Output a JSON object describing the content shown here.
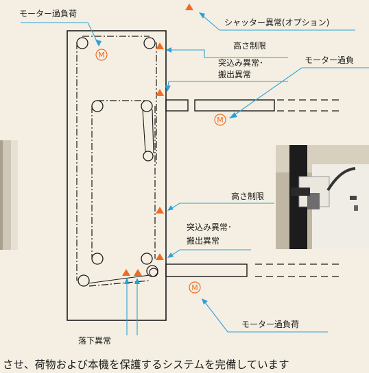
{
  "labels": {
    "motor_overload_tl": "モーター過負荷",
    "shutter_error": "シャッター異常(オプション)",
    "height_limit_top": "高さ制限",
    "push_error_top": "突込み異常･",
    "carry_error_top": "搬出異常",
    "motor_overload_r": "モーター過負",
    "height_limit_mid": "高さ制限",
    "push_error_bot": "突込み異常･",
    "carry_error_bot": "搬出異常",
    "motor_overload_br": "モーター過負荷",
    "fall_error": "落下異常",
    "motor_symbol": "M"
  },
  "caption": "させ、荷物および本機を保護するシステムを完備しています",
  "colors": {
    "background": "#f4efe2",
    "accent_orange": "#f26a21",
    "leader_blue": "#2aa0d8",
    "line": "#1a1a1a"
  }
}
